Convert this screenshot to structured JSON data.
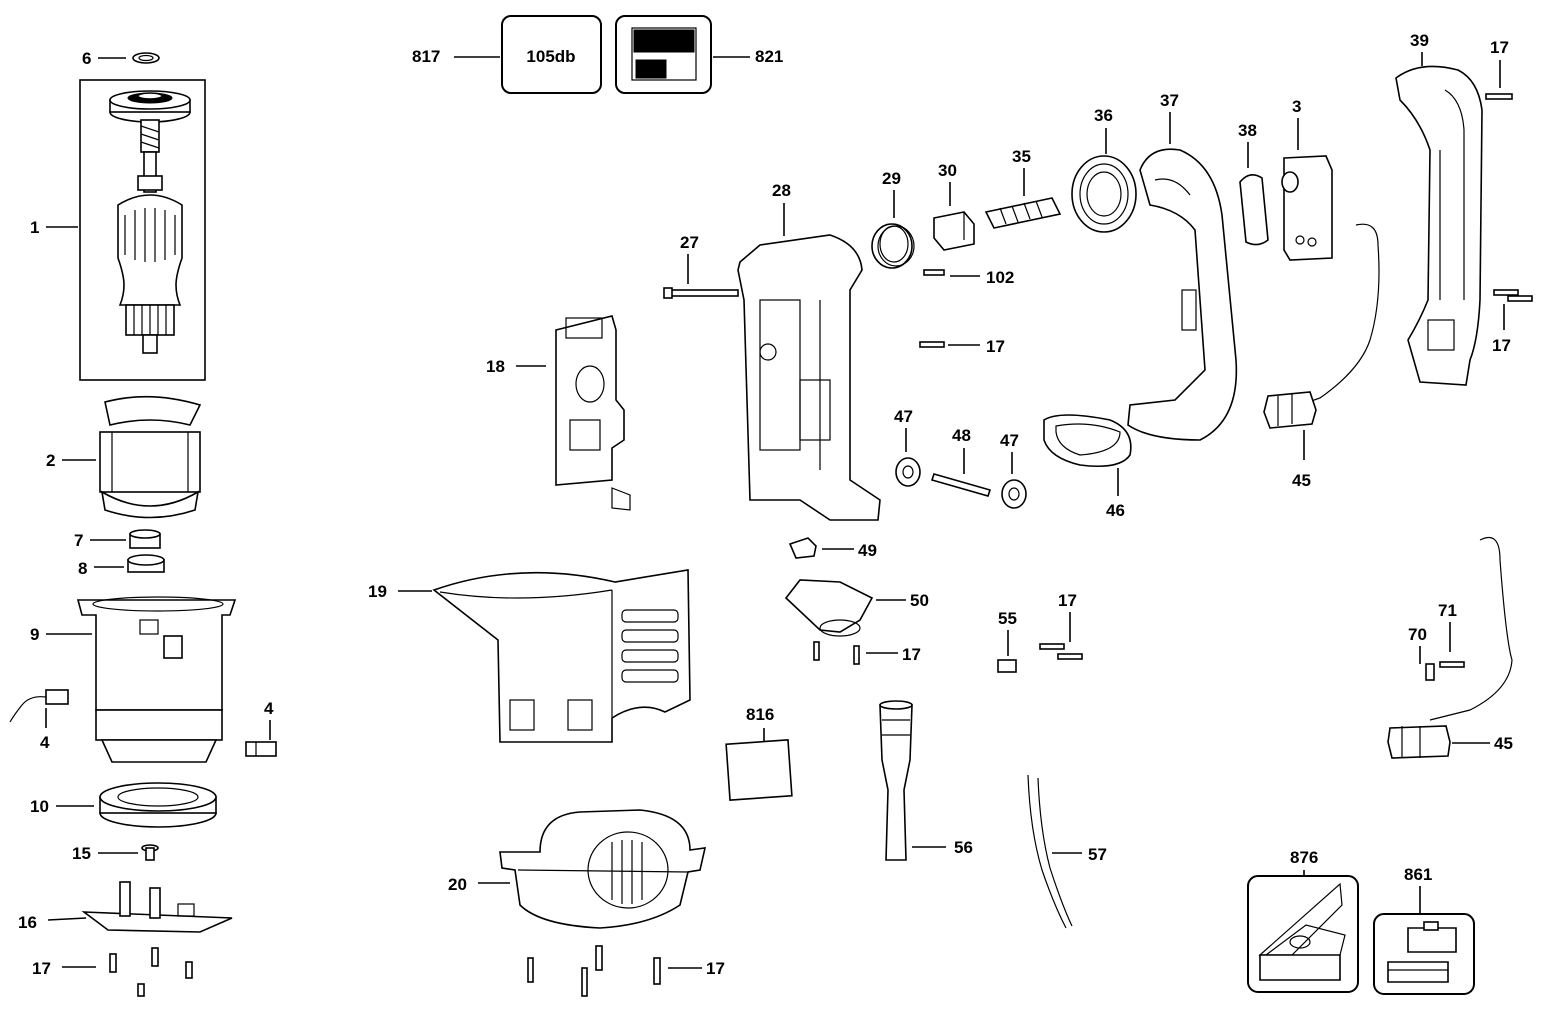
{
  "decibel_label": "105db",
  "callouts": {
    "p6": "6",
    "p1": "1",
    "p2": "2",
    "p7": "7",
    "p8": "8",
    "p9": "9",
    "p4a": "4",
    "p4b": "4",
    "p10": "10",
    "p15": "15",
    "p16": "16",
    "p17a": "17",
    "p817": "817",
    "p821": "821",
    "p18": "18",
    "p19": "19",
    "p20": "20",
    "p17b": "17",
    "p27": "27",
    "p28": "28",
    "p29": "29",
    "p30": "30",
    "p35": "35",
    "p102": "102",
    "p17c": "17",
    "p47a": "47",
    "p48": "48",
    "p47b": "47",
    "p49": "49",
    "p50": "50",
    "p17d": "17",
    "p55": "55",
    "p17e": "17",
    "p816": "816",
    "p56": "56",
    "p57": "57",
    "p36": "36",
    "p37": "37",
    "p38": "38",
    "p3": "3",
    "p46": "46",
    "p45a": "45",
    "p39": "39",
    "p17f": "17",
    "p17g": "17",
    "p70": "70",
    "p71": "71",
    "p45b": "45",
    "p876": "876",
    "p861": "861"
  }
}
